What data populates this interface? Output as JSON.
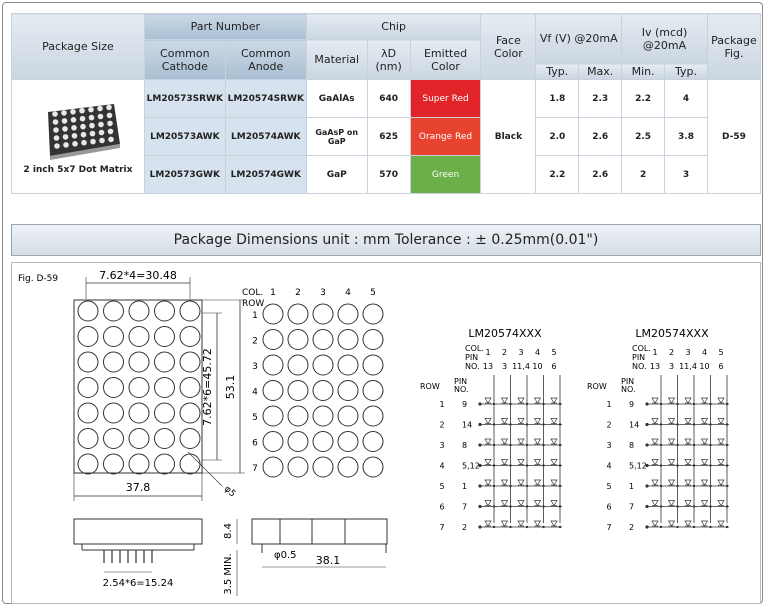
{
  "table": {
    "headers": {
      "package_size": "Package Size",
      "part_number": "Part Number",
      "common_cathode": "Common Cathode",
      "common_anode": "Common Anode",
      "chip": "Chip",
      "material": "Material",
      "wavelength": "λD (nm)",
      "emitted_color": "Emitted Color",
      "face_color": "Face Color",
      "vf": "Vf (V) @20mA",
      "iv": "Iv (mcd) @20mA",
      "package_fig": "Package Fig.",
      "typ": "Typ.",
      "max": "Max.",
      "min": "Min.",
      "typ2": "Typ."
    },
    "package_caption": "2 inch 5x7 Dot Matrix",
    "face_color": "Black",
    "package_fig": "D-59",
    "rows": [
      {
        "cathode": "LM20573SRWK",
        "anode": "LM20574SRWK",
        "material": "GaAlAs",
        "wavelength": "640",
        "color": "Super Red",
        "vf_typ": "1.8",
        "vf_max": "2.3",
        "iv_min": "2.2",
        "iv_typ": "4"
      },
      {
        "cathode": "LM20573AWK",
        "anode": "LM20574AWK",
        "material": "GaAsP on GaP",
        "wavelength": "625",
        "color": "Orange Red",
        "vf_typ": "2.0",
        "vf_max": "2.6",
        "iv_min": "2.5",
        "iv_typ": "3.8"
      },
      {
        "cathode": "LM20573GWK",
        "anode": "LM20574GWK",
        "material": "GaP",
        "wavelength": "570",
        "color": "Green",
        "vf_typ": "2.2",
        "vf_max": "2.6",
        "iv_min": "2",
        "iv_typ": "3"
      }
    ],
    "colors": {
      "super_red": "#e0242a",
      "orange_red": "#e8432f",
      "green": "#6cae48"
    }
  },
  "dimensions_title": "Package Dimensions   unit : mm  Tolerance : ± 0.25mm(0.01\")",
  "drawing": {
    "fig_label": "Fig. D-59",
    "dim_top": "7.62*4=30.48",
    "dim_vertical_inner": "7.62*6=45.72",
    "dim_vertical_outer": "53.1",
    "dim_width": "37.8",
    "dim_dot": "φ5",
    "dim_height": "8.4",
    "dim_min": "3.5 MIN.",
    "dim_pitch": "2.54*6=15.24",
    "dim_pin": "φ0.5",
    "dim_pin_span": "38.1",
    "col_label": "COL.",
    "row_label": "ROW",
    "col_numbers": [
      "1",
      "2",
      "3",
      "4",
      "5"
    ],
    "row_numbers": [
      "1",
      "2",
      "3",
      "4",
      "5",
      "6",
      "7"
    ],
    "schematic_title": "LM20574XXX",
    "schematic_col_header": "COL. PIN NO.",
    "schematic_row_header": "ROW",
    "schematic_pin_header": "PIN NO.",
    "schematic_col_pins": [
      "13",
      "3",
      "11,4",
      "10",
      "6"
    ],
    "schematic_row_pins": [
      "9",
      "14",
      "8",
      "5,12",
      "1",
      "7",
      "2"
    ]
  }
}
